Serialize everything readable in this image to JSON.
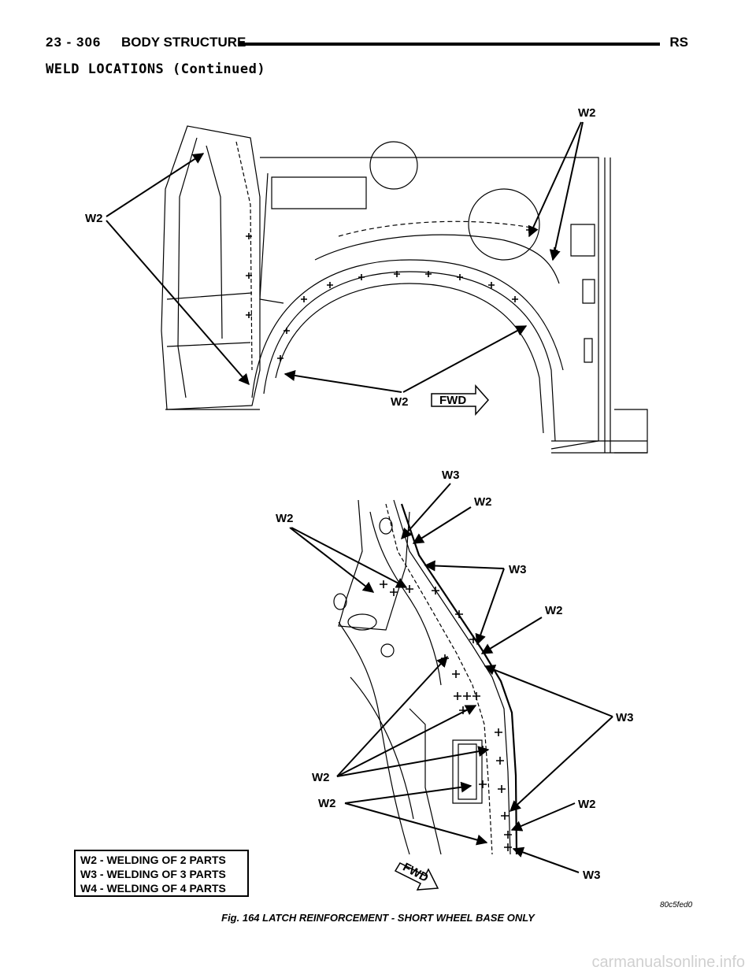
{
  "header": {
    "page_number": "23 - 306",
    "title": "BODY STRUCTURE",
    "code": "RS"
  },
  "section_title": "WELD LOCATIONS (Continued)",
  "figure_top": {
    "callouts": {
      "w2_top_right": "W2",
      "w2_left": "W2",
      "w2_bottom": "W2",
      "fwd": "FWD"
    }
  },
  "figure_bottom": {
    "callouts": {
      "w3_top": "W3",
      "w2_top_right": "W2",
      "w2_top_left": "W2",
      "w3_mid": "W3",
      "w2_mid_right": "W2",
      "w3_right": "W3",
      "w2_left_1": "W2",
      "w2_left_2": "W2",
      "w2_bottom_right": "W2",
      "w3_bottom_right": "W3",
      "fwd": "FWD"
    }
  },
  "legend": {
    "line1": "W2 - WELDING OF 2 PARTS",
    "line2": "W3 - WELDING OF 3 PARTS",
    "line3": "W4 - WELDING OF 4 PARTS"
  },
  "figure_code": "80c5fed0",
  "caption": "Fig. 164 LATCH REINFORCEMENT - SHORT WHEEL BASE ONLY",
  "watermark": "carmanualsonline.info"
}
